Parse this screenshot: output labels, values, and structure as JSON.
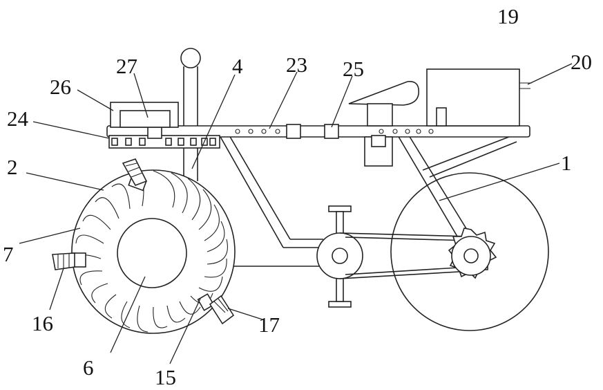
{
  "figure": {
    "labels": [
      {
        "id": "1",
        "text": "1"
      },
      {
        "id": "2",
        "text": "2"
      },
      {
        "id": "4",
        "text": "4"
      },
      {
        "id": "6",
        "text": "6"
      },
      {
        "id": "7",
        "text": "7"
      },
      {
        "id": "15",
        "text": "15"
      },
      {
        "id": "16",
        "text": "16"
      },
      {
        "id": "17",
        "text": "17"
      },
      {
        "id": "19",
        "text": "19"
      },
      {
        "id": "20",
        "text": "20"
      },
      {
        "id": "23",
        "text": "23"
      },
      {
        "id": "24",
        "text": "24"
      },
      {
        "id": "25",
        "text": "25"
      },
      {
        "id": "26",
        "text": "26"
      },
      {
        "id": "27",
        "text": "27"
      }
    ]
  }
}
